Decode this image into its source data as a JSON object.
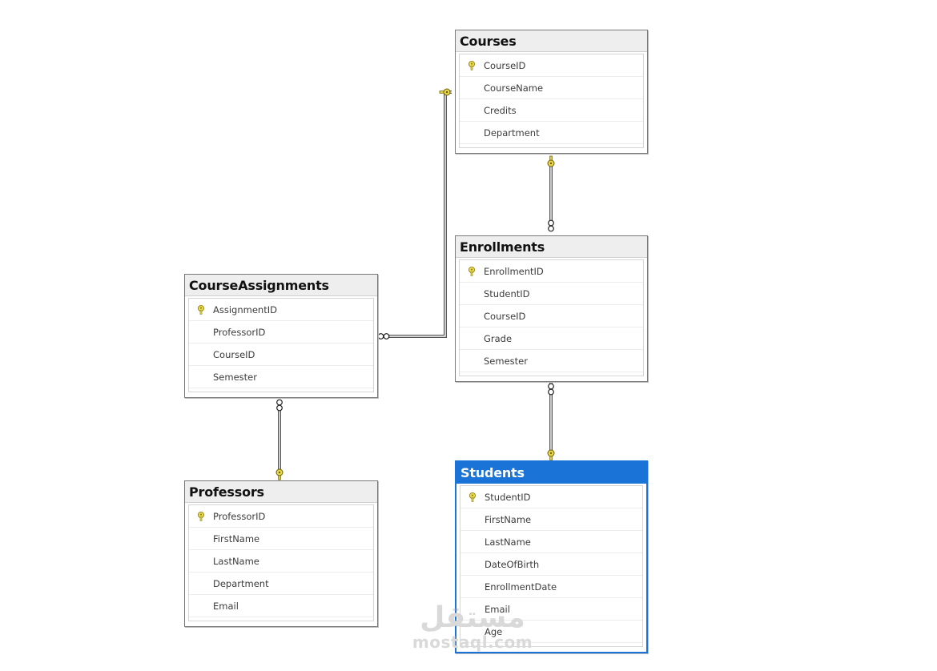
{
  "tables": {
    "courses": {
      "title": "Courses",
      "columns": [
        {
          "name": "CourseID",
          "primary_key": true
        },
        {
          "name": "CourseName",
          "primary_key": false
        },
        {
          "name": "Credits",
          "primary_key": false
        },
        {
          "name": "Department",
          "primary_key": false
        }
      ]
    },
    "enrollments": {
      "title": "Enrollments",
      "columns": [
        {
          "name": "EnrollmentID",
          "primary_key": true
        },
        {
          "name": "StudentID",
          "primary_key": false
        },
        {
          "name": "CourseID",
          "primary_key": false
        },
        {
          "name": "Grade",
          "primary_key": false
        },
        {
          "name": "Semester",
          "primary_key": false
        }
      ]
    },
    "course_assignments": {
      "title": "CourseAssignments",
      "columns": [
        {
          "name": "AssignmentID",
          "primary_key": true
        },
        {
          "name": "ProfessorID",
          "primary_key": false
        },
        {
          "name": "CourseID",
          "primary_key": false
        },
        {
          "name": "Semester",
          "primary_key": false
        }
      ]
    },
    "professors": {
      "title": "Professors",
      "columns": [
        {
          "name": "ProfessorID",
          "primary_key": true
        },
        {
          "name": "FirstName",
          "primary_key": false
        },
        {
          "name": "LastName",
          "primary_key": false
        },
        {
          "name": "Department",
          "primary_key": false
        },
        {
          "name": "Email",
          "primary_key": false
        }
      ]
    },
    "students": {
      "title": "Students",
      "selected": true,
      "columns": [
        {
          "name": "StudentID",
          "primary_key": true
        },
        {
          "name": "FirstName",
          "primary_key": false
        },
        {
          "name": "LastName",
          "primary_key": false
        },
        {
          "name": "DateOfBirth",
          "primary_key": false
        },
        {
          "name": "EnrollmentDate",
          "primary_key": false
        },
        {
          "name": "Email",
          "primary_key": false
        },
        {
          "name": "Age",
          "primary_key": false
        }
      ]
    }
  },
  "relationships": [
    {
      "from": "courses",
      "to": "enrollments",
      "one_end": "courses",
      "many_end": "enrollments"
    },
    {
      "from": "courses",
      "to": "course_assignments",
      "one_end": "courses",
      "many_end": "course_assignments"
    },
    {
      "from": "enrollments",
      "to": "students",
      "one_end": "students",
      "many_end": "enrollments"
    },
    {
      "from": "course_assignments",
      "to": "professors",
      "one_end": "professors",
      "many_end": "course_assignments"
    }
  ],
  "icons": {
    "primary_key": "key-icon",
    "relationship_one_end": "key-endpoint-icon",
    "relationship_many_end": "infinity-endpoint-icon"
  },
  "colors": {
    "selected_header": "#1a73d6",
    "key_fill": "#e8d84a",
    "line": "#555555"
  },
  "watermark": {
    "arabic": "مستقل",
    "latin": "mostaql.com"
  }
}
